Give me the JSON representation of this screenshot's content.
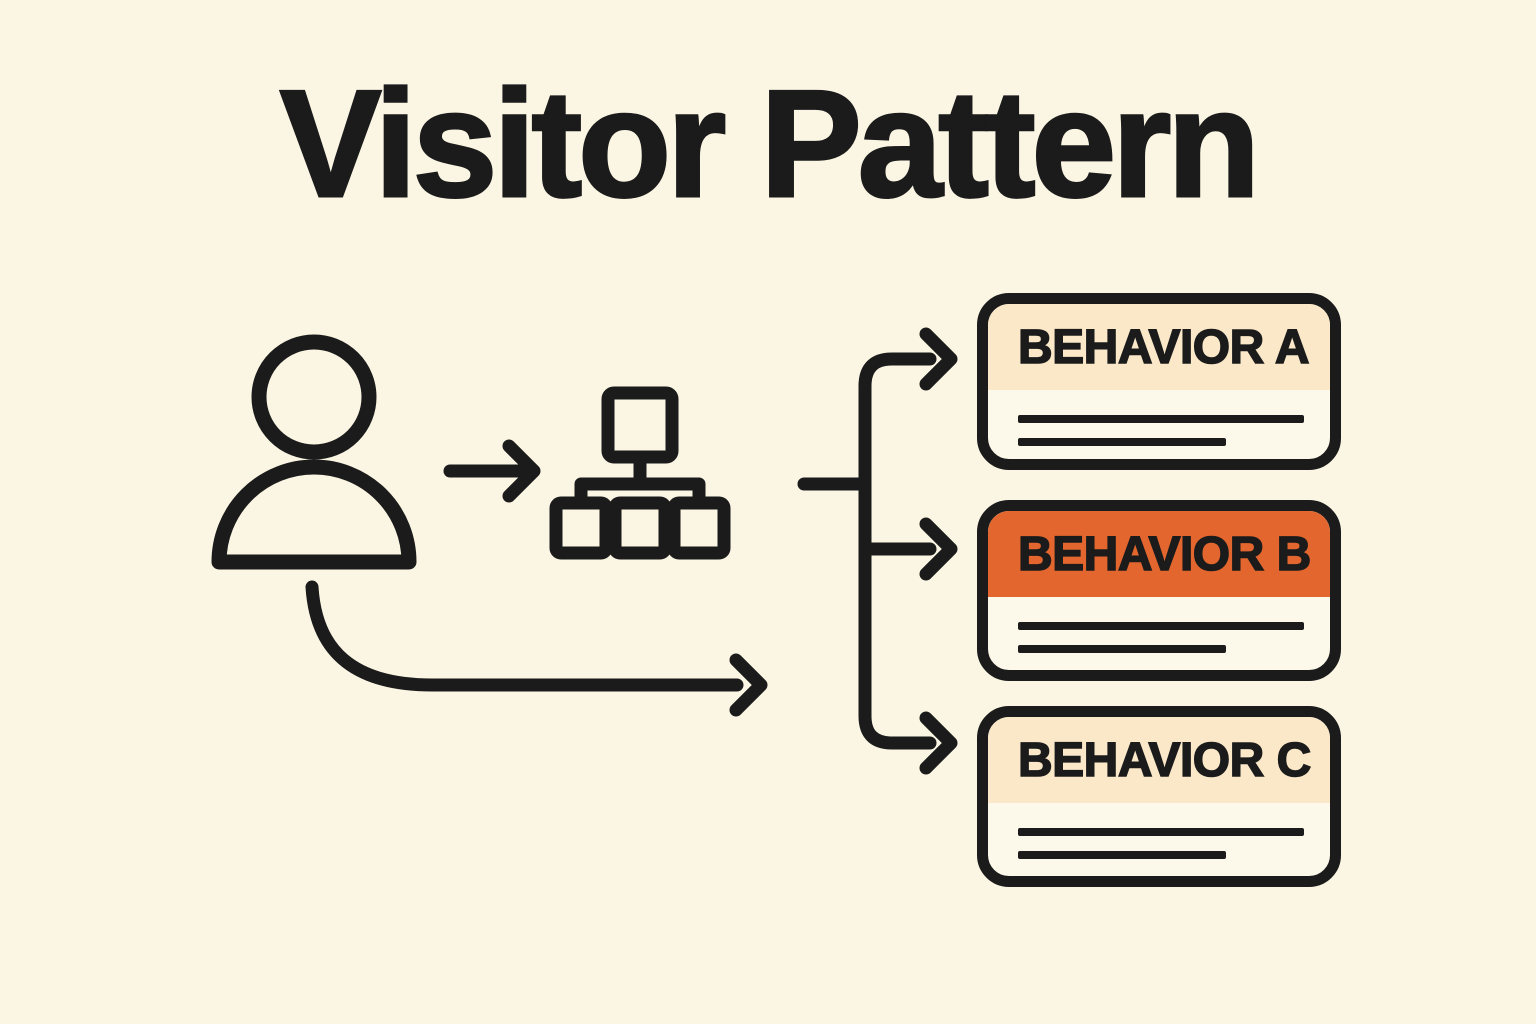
{
  "title": "Visitor Pattern",
  "cards": [
    {
      "label": "BEHAVIOR A",
      "highlighted": false
    },
    {
      "label": "BEHAVIOR B",
      "highlighted": true
    },
    {
      "label": "BEHAVIOR C",
      "highlighted": false
    }
  ],
  "icons": {
    "person": "visitor-person-icon",
    "hierarchy": "object-structure-icon",
    "arrows": [
      "arrow-person-to-structure",
      "curved-arrow-person-to-dispatch",
      "branch-arrow-top",
      "branch-arrow-middle",
      "branch-arrow-bottom"
    ]
  },
  "colors": {
    "background": "#fbf6e4",
    "ink": "#1b1b1b",
    "person_fill": "#fdeedb",
    "card_header_fill": "#fae8c8",
    "card_highlight_fill": "#e2662e",
    "card_body_fill": "#fcf8ea"
  }
}
